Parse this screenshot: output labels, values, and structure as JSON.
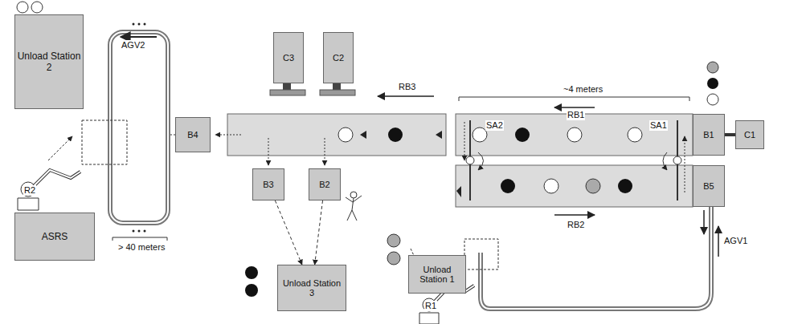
{
  "diagram": {
    "nodes": [
      {
        "text": [
          "Unload Station 2"
        ]
      },
      {
        "text": [
          "C3"
        ]
      },
      {
        "text": [
          "C2"
        ]
      },
      {
        "text": [
          "C1"
        ]
      },
      {
        "text": [
          "B4"
        ]
      },
      {
        "text": [
          "B1"
        ]
      },
      {
        "text": [
          "B3"
        ]
      },
      {
        "text": [
          "B2"
        ]
      },
      {
        "text": [
          "B5"
        ]
      },
      {
        "text": [
          "ASRS"
        ]
      },
      {
        "text": [
          "Unload Station 1"
        ]
      },
      {
        "text": [
          "Unload Station 3"
        ]
      }
    ],
    "edges": [
      {
        "from": 6,
        "to": 11,
        "arrow": "to"
      },
      {
        "from": 7,
        "to": 11,
        "arrow": "to"
      },
      {
        "from": 3,
        "to": 5,
        "arrow": "none"
      }
    ],
    "labels": [
      "AGV2",
      "RB3",
      "~4 meters",
      "RB1",
      "SA2",
      "SA1",
      "RB2",
      "AGV1",
      "> 40 meters",
      "R2",
      "R1"
    ]
  }
}
